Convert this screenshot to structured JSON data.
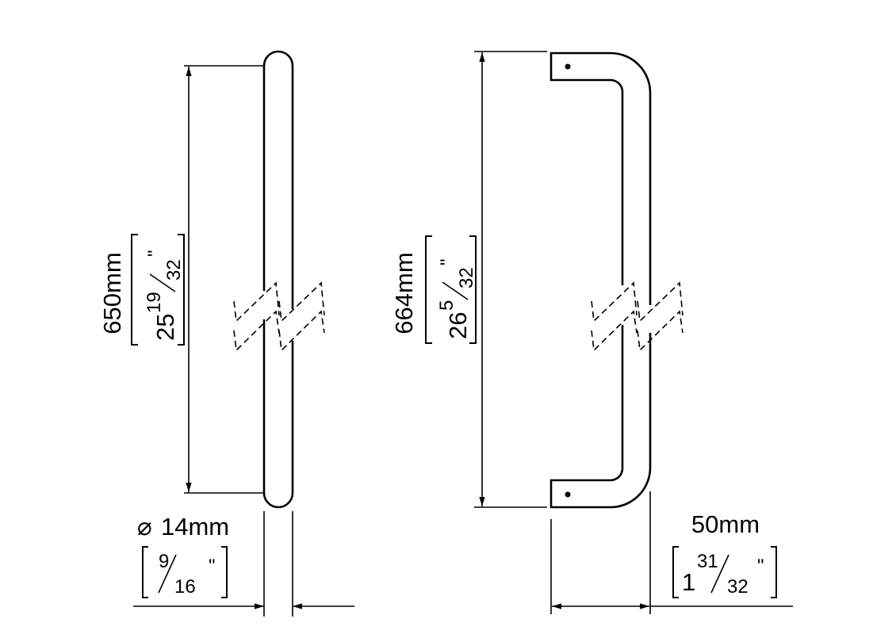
{
  "left_view": {
    "length": {
      "metric": "650mm",
      "whole": "25",
      "num": "19",
      "den": "32",
      "unit": "\""
    },
    "diameter": {
      "symbol": "⌀",
      "metric": "14mm",
      "num": "9",
      "den": "16",
      "unit": "\""
    }
  },
  "right_view": {
    "length": {
      "metric": "664mm",
      "whole": "26",
      "num": "5",
      "den": "32",
      "unit": "\""
    },
    "depth": {
      "metric": "50mm",
      "whole": "1",
      "num": "31",
      "den": "32",
      "unit": "\""
    }
  }
}
